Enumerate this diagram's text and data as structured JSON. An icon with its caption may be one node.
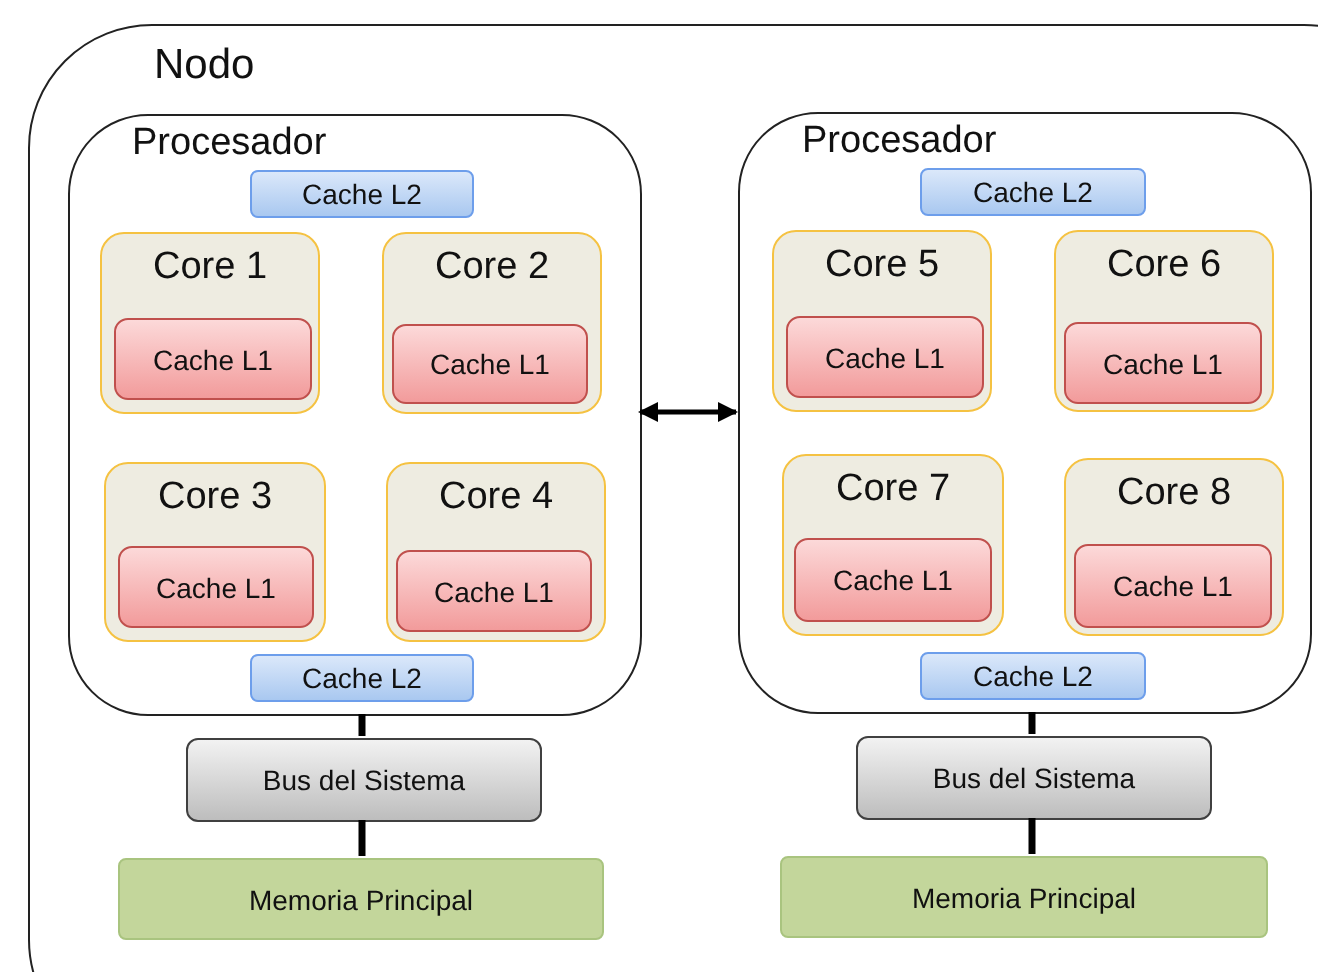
{
  "diagram": {
    "nodes": [
      {
        "text": [
          "Nodo"
        ]
      },
      {
        "text": [
          "Procesador"
        ],
        "in": 0
      },
      {
        "text": [
          "Cache L2"
        ],
        "in": 1
      },
      {
        "text": [
          "Core 1"
        ],
        "in": 1
      },
      {
        "text": [
          "Cache L1"
        ],
        "in": 3
      },
      {
        "text": [
          "Core 2"
        ],
        "in": 1
      },
      {
        "text": [
          "Cache L1"
        ],
        "in": 5
      },
      {
        "text": [
          "Core 3"
        ],
        "in": 1
      },
      {
        "text": [
          "Cache L1"
        ],
        "in": 7
      },
      {
        "text": [
          "Core 4"
        ],
        "in": 1
      },
      {
        "text": [
          "Cache L1"
        ],
        "in": 9
      },
      {
        "text": [
          "Cache L2"
        ],
        "in": 1
      },
      {
        "text": [
          "Procesador"
        ],
        "in": 0
      },
      {
        "text": [
          "Cache L2"
        ],
        "in": 12
      },
      {
        "text": [
          "Core 5"
        ],
        "in": 12
      },
      {
        "text": [
          "Cache L1"
        ],
        "in": 14
      },
      {
        "text": [
          "Core 6"
        ],
        "in": 12
      },
      {
        "text": [
          "Cache L1"
        ],
        "in": 16
      },
      {
        "text": [
          "Core 7"
        ],
        "in": 12
      },
      {
        "text": [
          "Cache L1"
        ],
        "in": 18
      },
      {
        "text": [
          "Core 8"
        ],
        "in": 12
      },
      {
        "text": [
          "Cache L1"
        ],
        "in": 20
      },
      {
        "text": [
          "Cache L2"
        ],
        "in": 12
      },
      {
        "text": [
          "Bus del Sistema"
        ],
        "in": 0
      },
      {
        "text": [
          "Bus del Sistema"
        ],
        "in": 0
      },
      {
        "text": [
          "Memoria Principal"
        ],
        "in": 0
      },
      {
        "text": [
          "Memoria Principal"
        ],
        "in": 0
      }
    ],
    "edges": [
      {
        "from": 1,
        "to": 12,
        "arrow": "both"
      },
      {
        "from": 1,
        "to": 23,
        "arrow": "none"
      },
      {
        "from": 12,
        "to": 24,
        "arrow": "none"
      },
      {
        "from": 23,
        "to": 25,
        "arrow": "none"
      },
      {
        "from": 24,
        "to": 26,
        "arrow": "none"
      }
    ]
  }
}
